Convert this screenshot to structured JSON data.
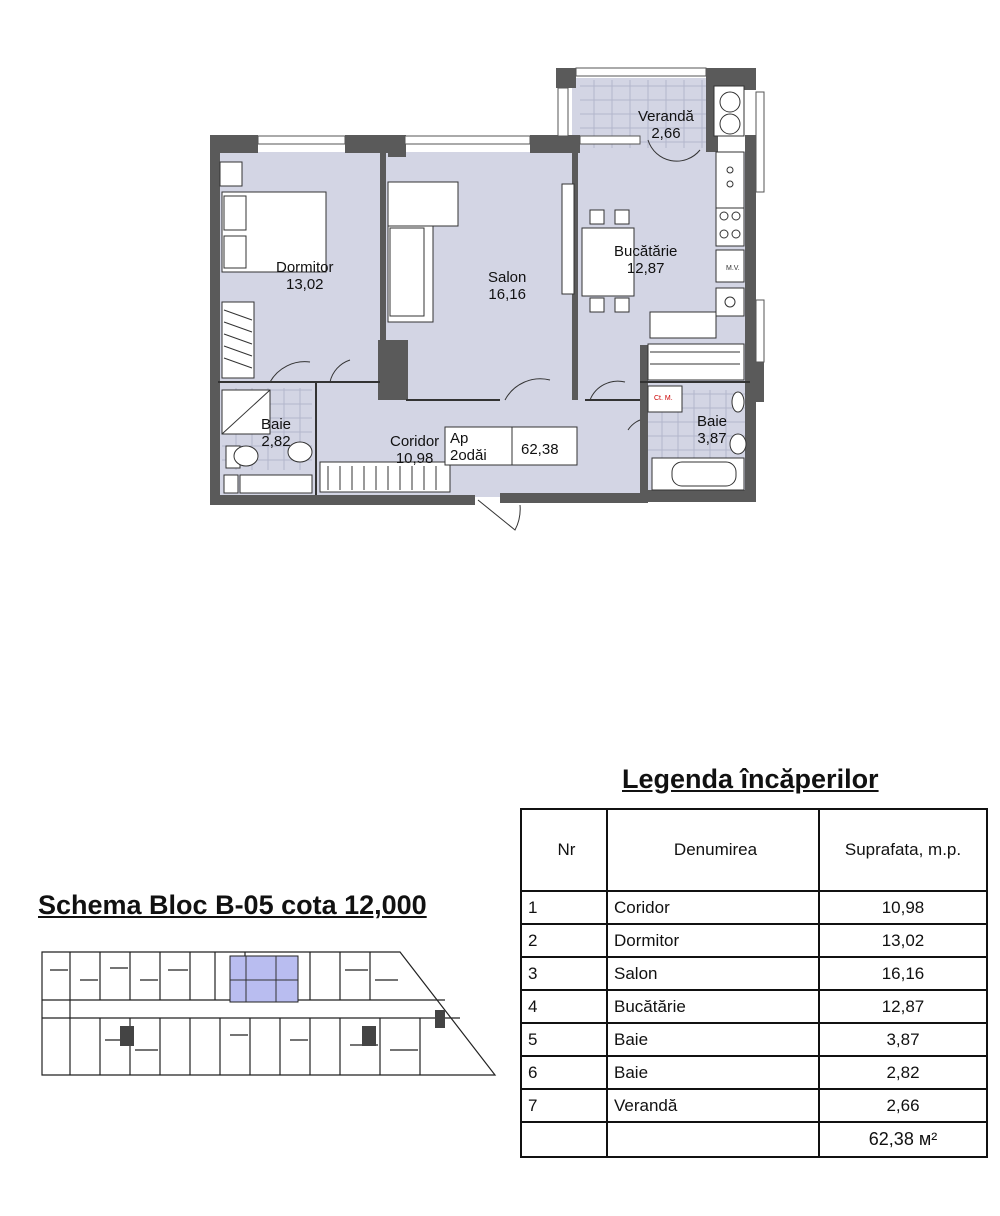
{
  "plan": {
    "rooms": [
      {
        "name": "Verandă",
        "area": "2,66"
      },
      {
        "name": "Dormitor",
        "area": "13,02"
      },
      {
        "name": "Salon",
        "area": "16,16"
      },
      {
        "name": "Bucătărie",
        "area": "12,87"
      },
      {
        "name": "Baie",
        "area": "2,82"
      },
      {
        "name": "Coridor",
        "area": "10,98"
      },
      {
        "name": "Baie",
        "area": "3,87"
      }
    ],
    "apartment": {
      "type_line1": "Ap",
      "type_line2": "2odăi",
      "total": "62,38"
    },
    "fixture_labels": {
      "vent": "M.V.",
      "meter": "Ct. M."
    }
  },
  "legend": {
    "title": "Legenda încăperilor",
    "headers": {
      "nr": "Nr",
      "name": "Denumirea",
      "area": "Suprafata, m.p."
    },
    "rows": [
      {
        "nr": "1",
        "name": "Coridor",
        "area": "10,98"
      },
      {
        "nr": "2",
        "name": "Dormitor",
        "area": "13,02"
      },
      {
        "nr": "3",
        "name": "Salon",
        "area": "16,16"
      },
      {
        "nr": "4",
        "name": "Bucătărie",
        "area": "12,87"
      },
      {
        "nr": "5",
        "name": "Baie",
        "area": "3,87"
      },
      {
        "nr": "6",
        "name": "Baie",
        "area": "2,82"
      },
      {
        "nr": "7",
        "name": "Verandă",
        "area": "2,66"
      }
    ],
    "total": "62,38 м²"
  },
  "schema": {
    "title": "Schema Bloc B-05 cota 12,000",
    "highlight_color": "#b9bdf0"
  },
  "colors": {
    "floor": "#d3d5e4",
    "wall": "#5a5a5a"
  }
}
